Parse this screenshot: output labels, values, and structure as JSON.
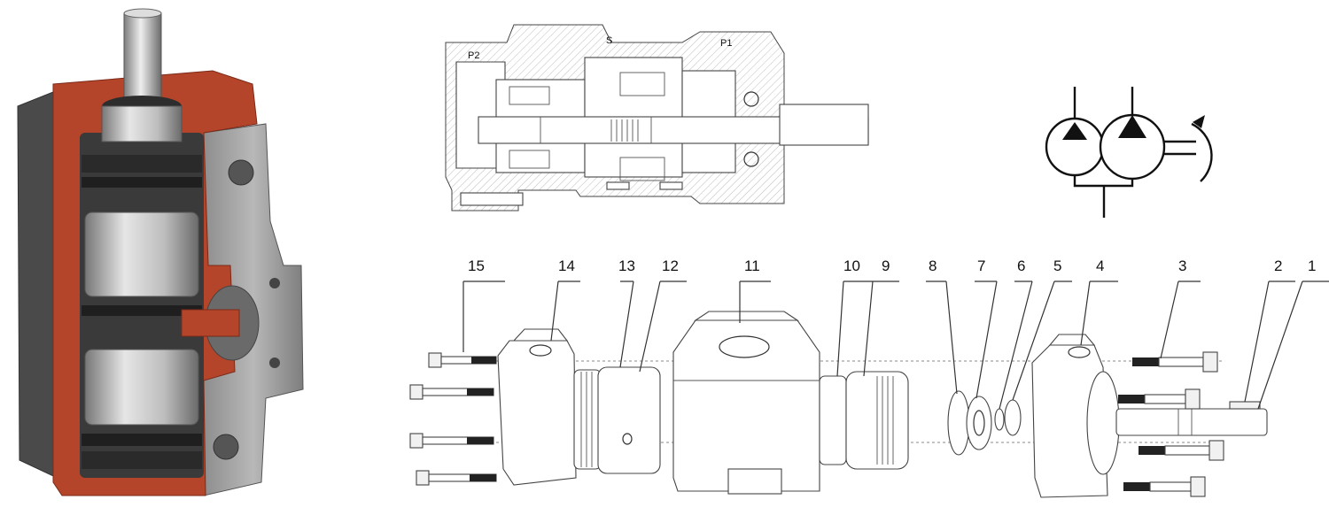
{
  "section": {
    "ports": {
      "p2": "P2",
      "s": "S",
      "p1": "P1"
    }
  },
  "exploded": {
    "callouts": [
      "15",
      "14",
      "13",
      "12",
      "11",
      "10",
      "9",
      "8",
      "7",
      "6",
      "5",
      "4",
      "3",
      "2",
      "1"
    ]
  },
  "colors": {
    "casing_red": "#b5452a",
    "metal_dark": "#3a3a3a",
    "metal_light": "#c9c9c9",
    "line": "#333333"
  }
}
